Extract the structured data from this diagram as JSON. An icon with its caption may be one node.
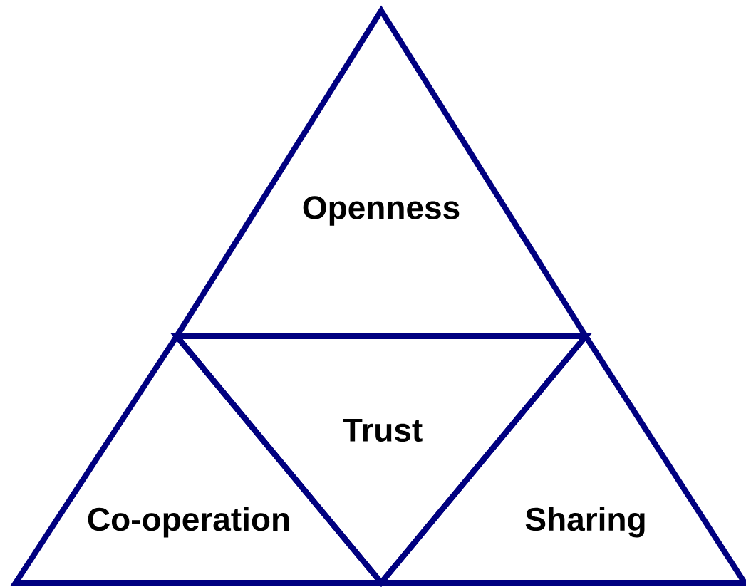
{
  "diagram": {
    "nodes": [
      {
        "text": [
          "Openness"
        ]
      },
      {
        "text": [
          "Trust"
        ]
      },
      {
        "text": [
          "Co-operation"
        ]
      },
      {
        "text": [
          "Sharing"
        ]
      }
    ]
  }
}
